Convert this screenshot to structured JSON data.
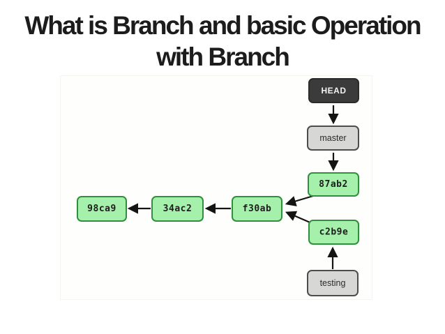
{
  "slide": {
    "title": {
      "line1": "What is Branch and basic Operation",
      "line2": "with Branch"
    }
  },
  "diagram": {
    "type": "git-branch-graph",
    "nodes": {
      "head": {
        "label": "HEAD",
        "kind": "pointer"
      },
      "master": {
        "label": "master",
        "kind": "branch"
      },
      "commit_87ab2": {
        "label": "87ab2",
        "kind": "commit"
      },
      "commit_c2b9e": {
        "label": "c2b9e",
        "kind": "commit"
      },
      "testing": {
        "label": "testing",
        "kind": "branch"
      },
      "commit_98ca9": {
        "label": "98ca9",
        "kind": "commit"
      },
      "commit_34ac2": {
        "label": "34ac2",
        "kind": "commit"
      },
      "commit_f30ab": {
        "label": "f30ab",
        "kind": "commit"
      }
    },
    "edges": [
      "HEAD -> master",
      "master -> 87ab2",
      "87ab2 -> f30ab",
      "c2b9e -> f30ab",
      "testing -> c2b9e",
      "34ac2 -> 98ca9",
      "f30ab -> 34ac2"
    ],
    "colors": {
      "head_fill": "#3b3b3b",
      "head_border": "#2b2b2b",
      "head_text": "#f2f2f2",
      "branch_fill": "#d7d7d5",
      "branch_border": "#4c4c4c",
      "branch_text": "#2a2a2a",
      "commit_fill": "#a5f1ab",
      "commit_border": "#2f8f3c",
      "commit_text": "#1d1d1d",
      "arrow": "#141414"
    }
  }
}
